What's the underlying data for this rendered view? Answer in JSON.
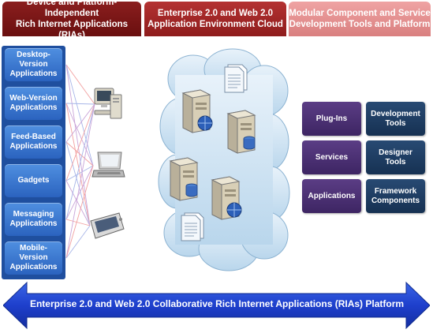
{
  "headers": {
    "left": [
      "Device and Platform-Independent",
      "Rich Internet Applications (RIAs)"
    ],
    "mid": [
      "Enterprise 2.0 and Web 2.0",
      "Application Environment Cloud"
    ],
    "right": [
      "Modular Component and Service",
      "Development Tools and Platform"
    ]
  },
  "clients": [
    [
      "Desktop-",
      "Version",
      "Applications"
    ],
    [
      "Web-Version",
      "Applications"
    ],
    [
      "Feed-Based",
      "Applications"
    ],
    [
      "Gadgets"
    ],
    [
      "Messaging",
      "Applications"
    ],
    [
      "Mobile-",
      "Version",
      "Applications"
    ]
  ],
  "devices": [
    {
      "icon": "desktop-computer-icon"
    },
    {
      "icon": "laptop-icon"
    },
    {
      "icon": "pda-icon"
    }
  ],
  "cloud": {
    "servers": 4,
    "documents": 2
  },
  "tools_left": [
    "Plug-Ins",
    "Services",
    "Applications"
  ],
  "tools_right": [
    [
      "Development",
      "Tools"
    ],
    [
      "Designer",
      "Tools"
    ],
    [
      "Framework",
      "Components"
    ]
  ],
  "platform_label": "Enterprise 2.0 and Web 2.0 Collaborative Rich Internet Applications (RIAs) Platform",
  "colors": {
    "header_left": "#7a1616",
    "header_mid": "#a22828",
    "header_right": "#e38f8f",
    "client_blue": "#3a78d4",
    "tile_purple": "#4c3275",
    "tile_navy": "#1f3d63",
    "arrow_blue": "#1f44c8",
    "cloud": "#cfe4f3"
  }
}
